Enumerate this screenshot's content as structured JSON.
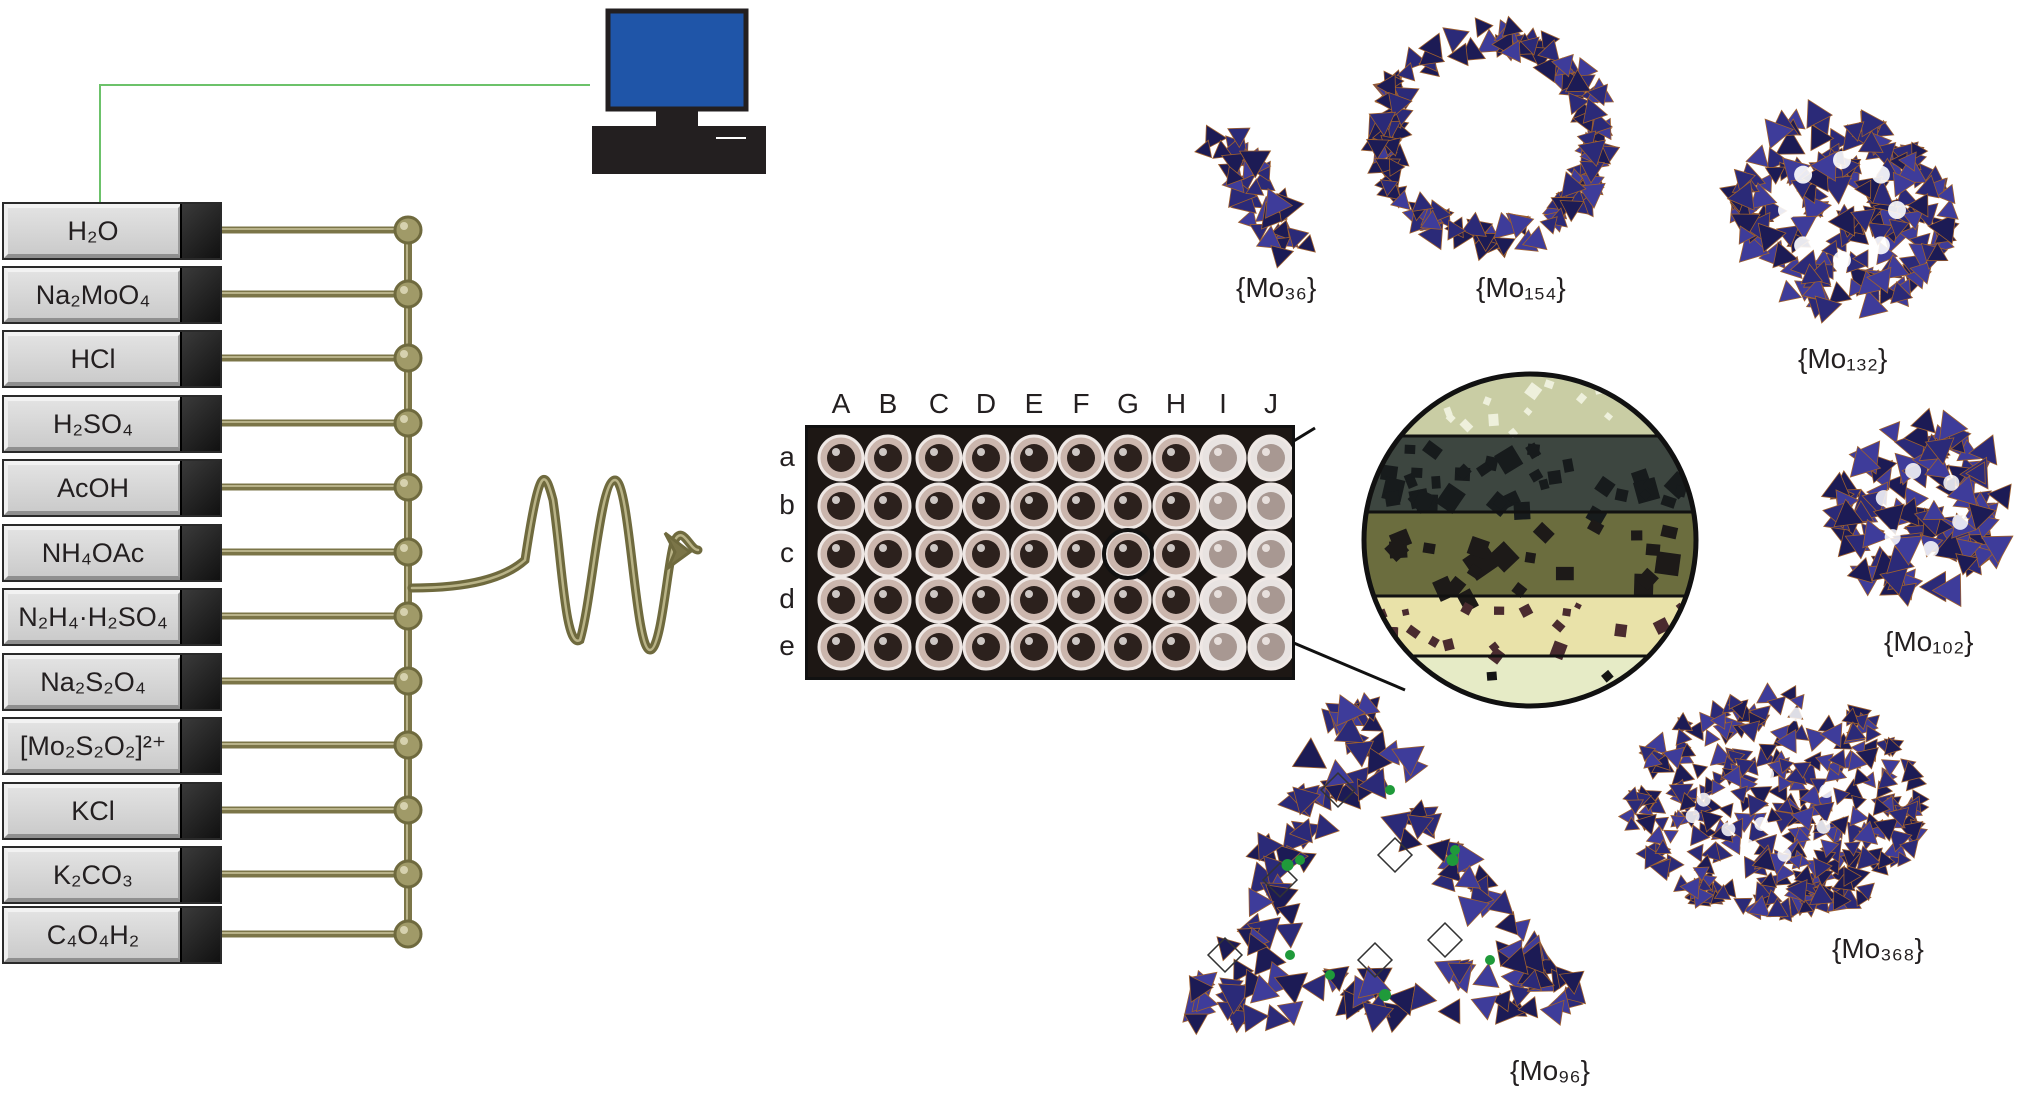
{
  "reagents": [
    {
      "id": "h2o",
      "label": "H₂O"
    },
    {
      "id": "na2moo4",
      "label": "Na₂MoO₄"
    },
    {
      "id": "hcl",
      "label": "HCl"
    },
    {
      "id": "h2so4",
      "label": "H₂SO₄"
    },
    {
      "id": "acoh",
      "label": "AcOH"
    },
    {
      "id": "nh4oac",
      "label": "NH₄OAc"
    },
    {
      "id": "n2h4-h2so4",
      "label": "N₂H₄·H₂SO₄"
    },
    {
      "id": "na2s2o4",
      "label": "Na₂S₂O₄"
    },
    {
      "id": "mo2s2o2",
      "label": "[Mo₂S₂O₂]²⁺"
    },
    {
      "id": "kcl",
      "label": "KCl"
    },
    {
      "id": "k2co3",
      "label": "K₂CO₃"
    },
    {
      "id": "c4o4h2",
      "label": "C₄O₄H₂"
    }
  ],
  "plate": {
    "columns": [
      "A",
      "B",
      "C",
      "D",
      "E",
      "F",
      "G",
      "H",
      "I",
      "J"
    ],
    "rows": [
      "a",
      "b",
      "c",
      "d",
      "e"
    ],
    "highlighted_well": {
      "column": "G",
      "row": "c"
    }
  },
  "clusters": [
    {
      "id": "mo36",
      "label": "{Mo₃₆}"
    },
    {
      "id": "mo154",
      "label": "{Mo₁₅₄}"
    },
    {
      "id": "mo132",
      "label": "{Mo₁₃₂}"
    },
    {
      "id": "mo102",
      "label": "{Mo₁₀₂}"
    },
    {
      "id": "mo368",
      "label": "{Mo₃₆₈}"
    },
    {
      "id": "mo96",
      "label": "{Mo₉₆}"
    }
  ],
  "colors": {
    "pipe": "#7b7548",
    "pipe_node": "#a09a68",
    "cable": "#6cc26a",
    "monitor_screen": "#1f55a8",
    "polyhedra": "#2b2a78"
  }
}
